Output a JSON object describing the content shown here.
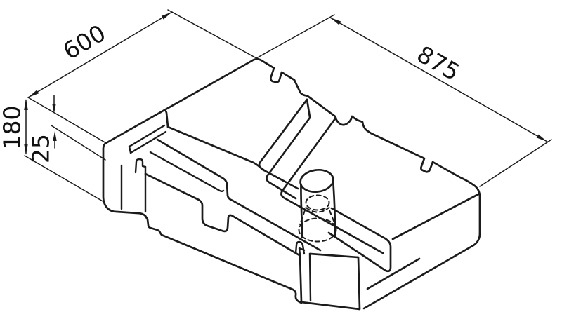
{
  "drawing": {
    "kind": "isometric-technical-drawing",
    "subject": "molded-tank-with-cross-channels-and-filler-neck",
    "line_color": "#1b1b1b",
    "background_color": "#ffffff",
    "dimensions": {
      "width": {
        "label": "600"
      },
      "length": {
        "label": "875"
      },
      "height": {
        "label": "180"
      },
      "step": {
        "label": "25"
      }
    }
  }
}
